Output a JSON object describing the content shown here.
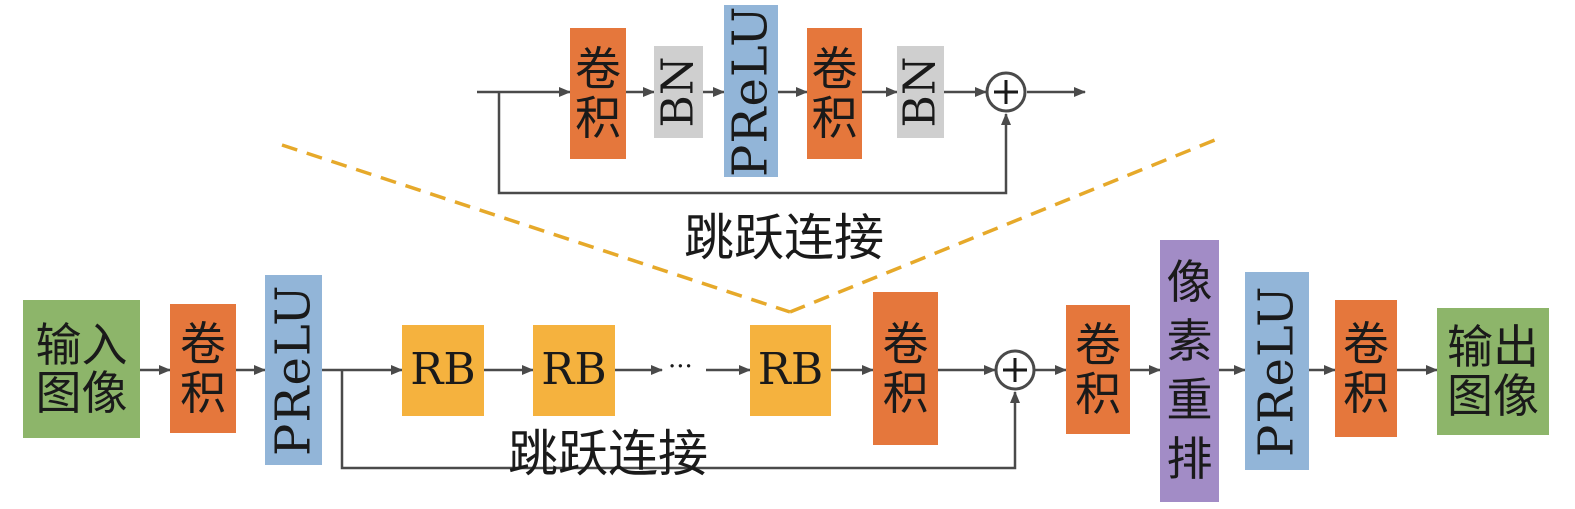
{
  "residual_block": {
    "conv1_label": "卷积",
    "bn1_label": "BN",
    "prelu_label": "PReLU",
    "conv2_label": "卷积",
    "bn2_label": "BN",
    "skip_label": "跳跃连接"
  },
  "main_pipeline": {
    "input_label": "输入图像",
    "conv1_label": "卷积",
    "prelu1_label": "PReLU",
    "rb1_label": "RB",
    "rb2_label": "RB",
    "ellipsis": "···",
    "rb3_label": "RB",
    "conv2_label": "卷积",
    "skip_label": "跳跃连接",
    "conv3_label": "卷积",
    "pixel_shuffle_label": "像素重排",
    "prelu2_label": "PReLU",
    "conv4_label": "卷积",
    "output_label": "输出图像"
  },
  "colors": {
    "image_box": "#8db56a",
    "conv": "#e5773c",
    "prelu": "#92b5d8",
    "bn": "#cfcfcf",
    "rb": "#f5b23e",
    "pixel_shuffle": "#a28cc6",
    "arrow": "#4a4a4a",
    "zoom_dashed": "#e6a92a"
  }
}
